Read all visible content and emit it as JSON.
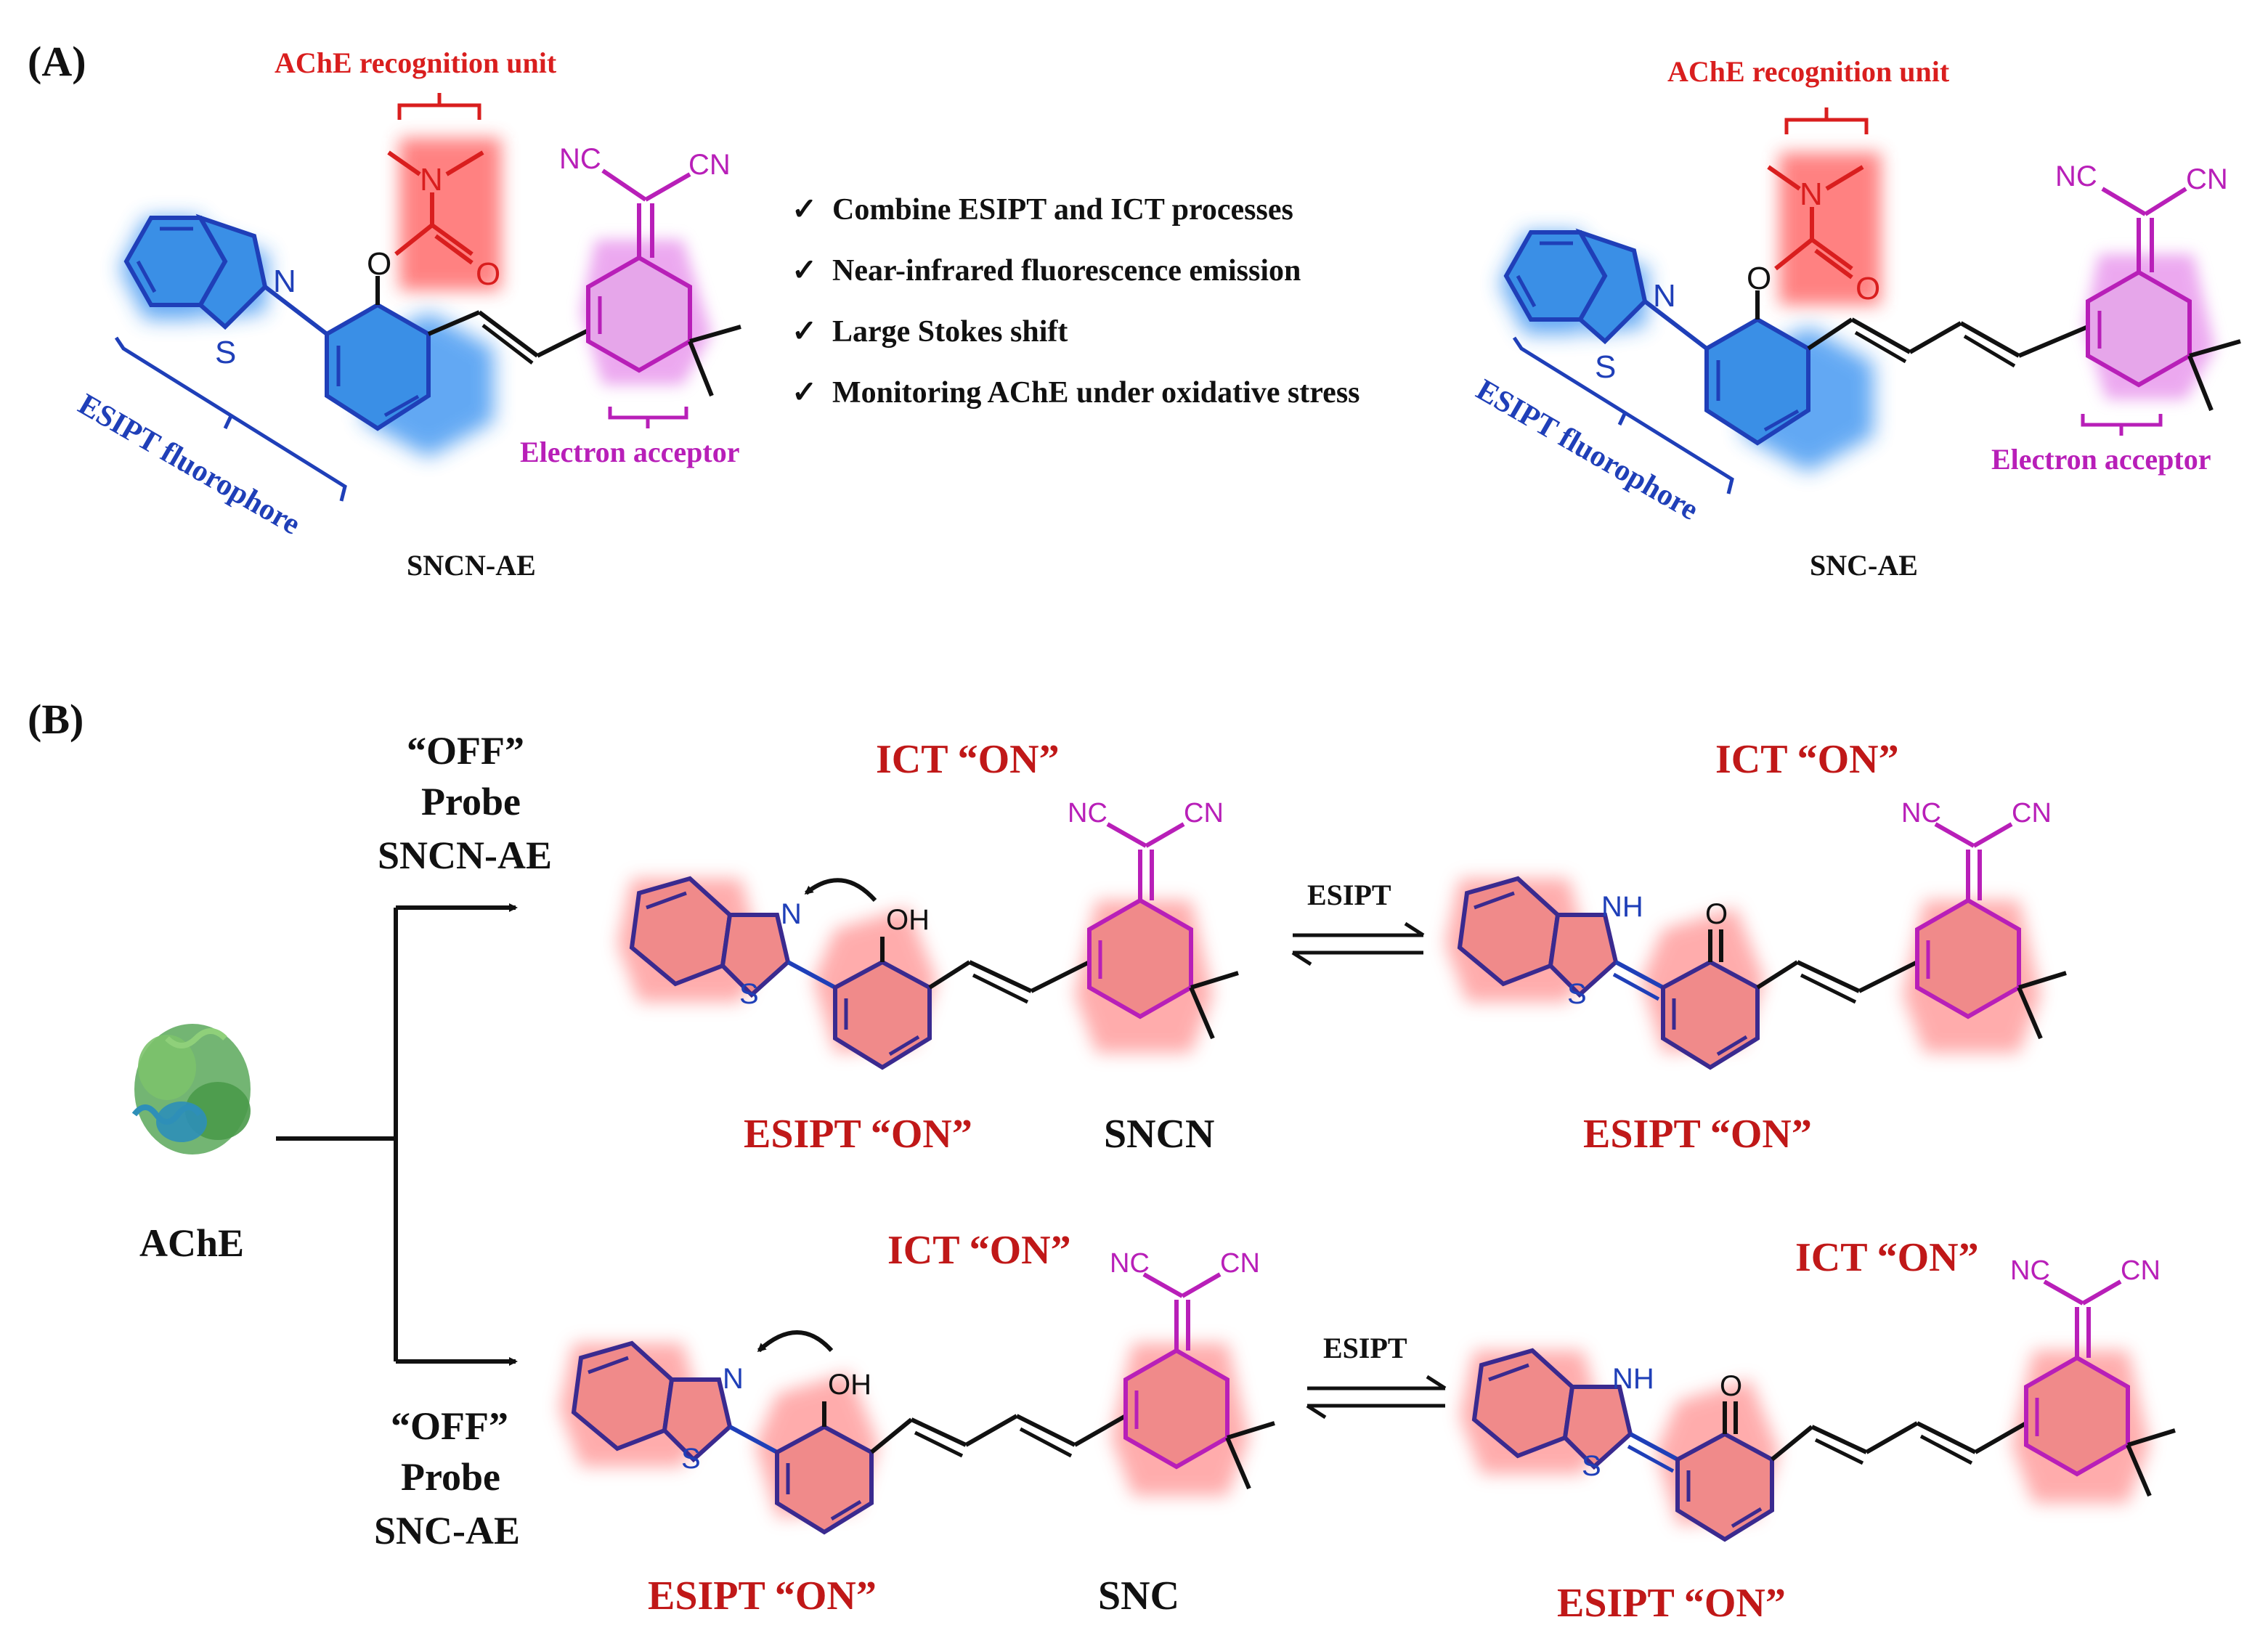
{
  "colors": {
    "fluorophore": "#1f3fb8",
    "fluorophore_glow": "#2d8cf0",
    "fluorophore_fill": "#3a8fe6",
    "recognition": "#d91e1e",
    "acceptor": "#b81fb8",
    "acceptor_fill": "#e6a6ea",
    "on_state": "#c01818",
    "product_fill": "#f08a8a",
    "product_glow": "#ff6a6a",
    "bond": "#111111"
  },
  "panel_a": {
    "label": "(A)",
    "left_molecule": {
      "name": "SNCN-AE",
      "recognition_label": "AChE recognition unit",
      "fluorophore_label": "ESIPT fluorophore",
      "acceptor_label": "Electron acceptor"
    },
    "right_molecule": {
      "name": "SNC-AE",
      "recognition_label": "AChE recognition unit",
      "fluorophore_label": "ESIPT fluorophore",
      "acceptor_label": "Electron acceptor"
    },
    "features": [
      "Combine ESIPT and ICT processes",
      "Near-infrared fluorescence emission",
      "Large Stokes shift",
      "Monitoring AChE under oxidative stress"
    ],
    "check_mark": "✓"
  },
  "panel_b": {
    "label": "(B)",
    "enzyme_label": "AChE",
    "top_branch": {
      "state": "“OFF”",
      "probe": "Probe",
      "probe_name": "SNCN-AE"
    },
    "bottom_branch": {
      "state": "“OFF”",
      "probe": "Probe",
      "probe_name": "SNC-AE"
    },
    "process_label": "ESIPT",
    "ict_on": "ICT “ON”",
    "esipt_on": "ESIPT “ON”",
    "product_top": "SNCN",
    "product_bottom": "SNC"
  },
  "atoms": {
    "N": "N",
    "S": "S",
    "O": "O",
    "OH": "OH",
    "NH": "NH",
    "CN": "CN",
    "NC": "NC"
  }
}
